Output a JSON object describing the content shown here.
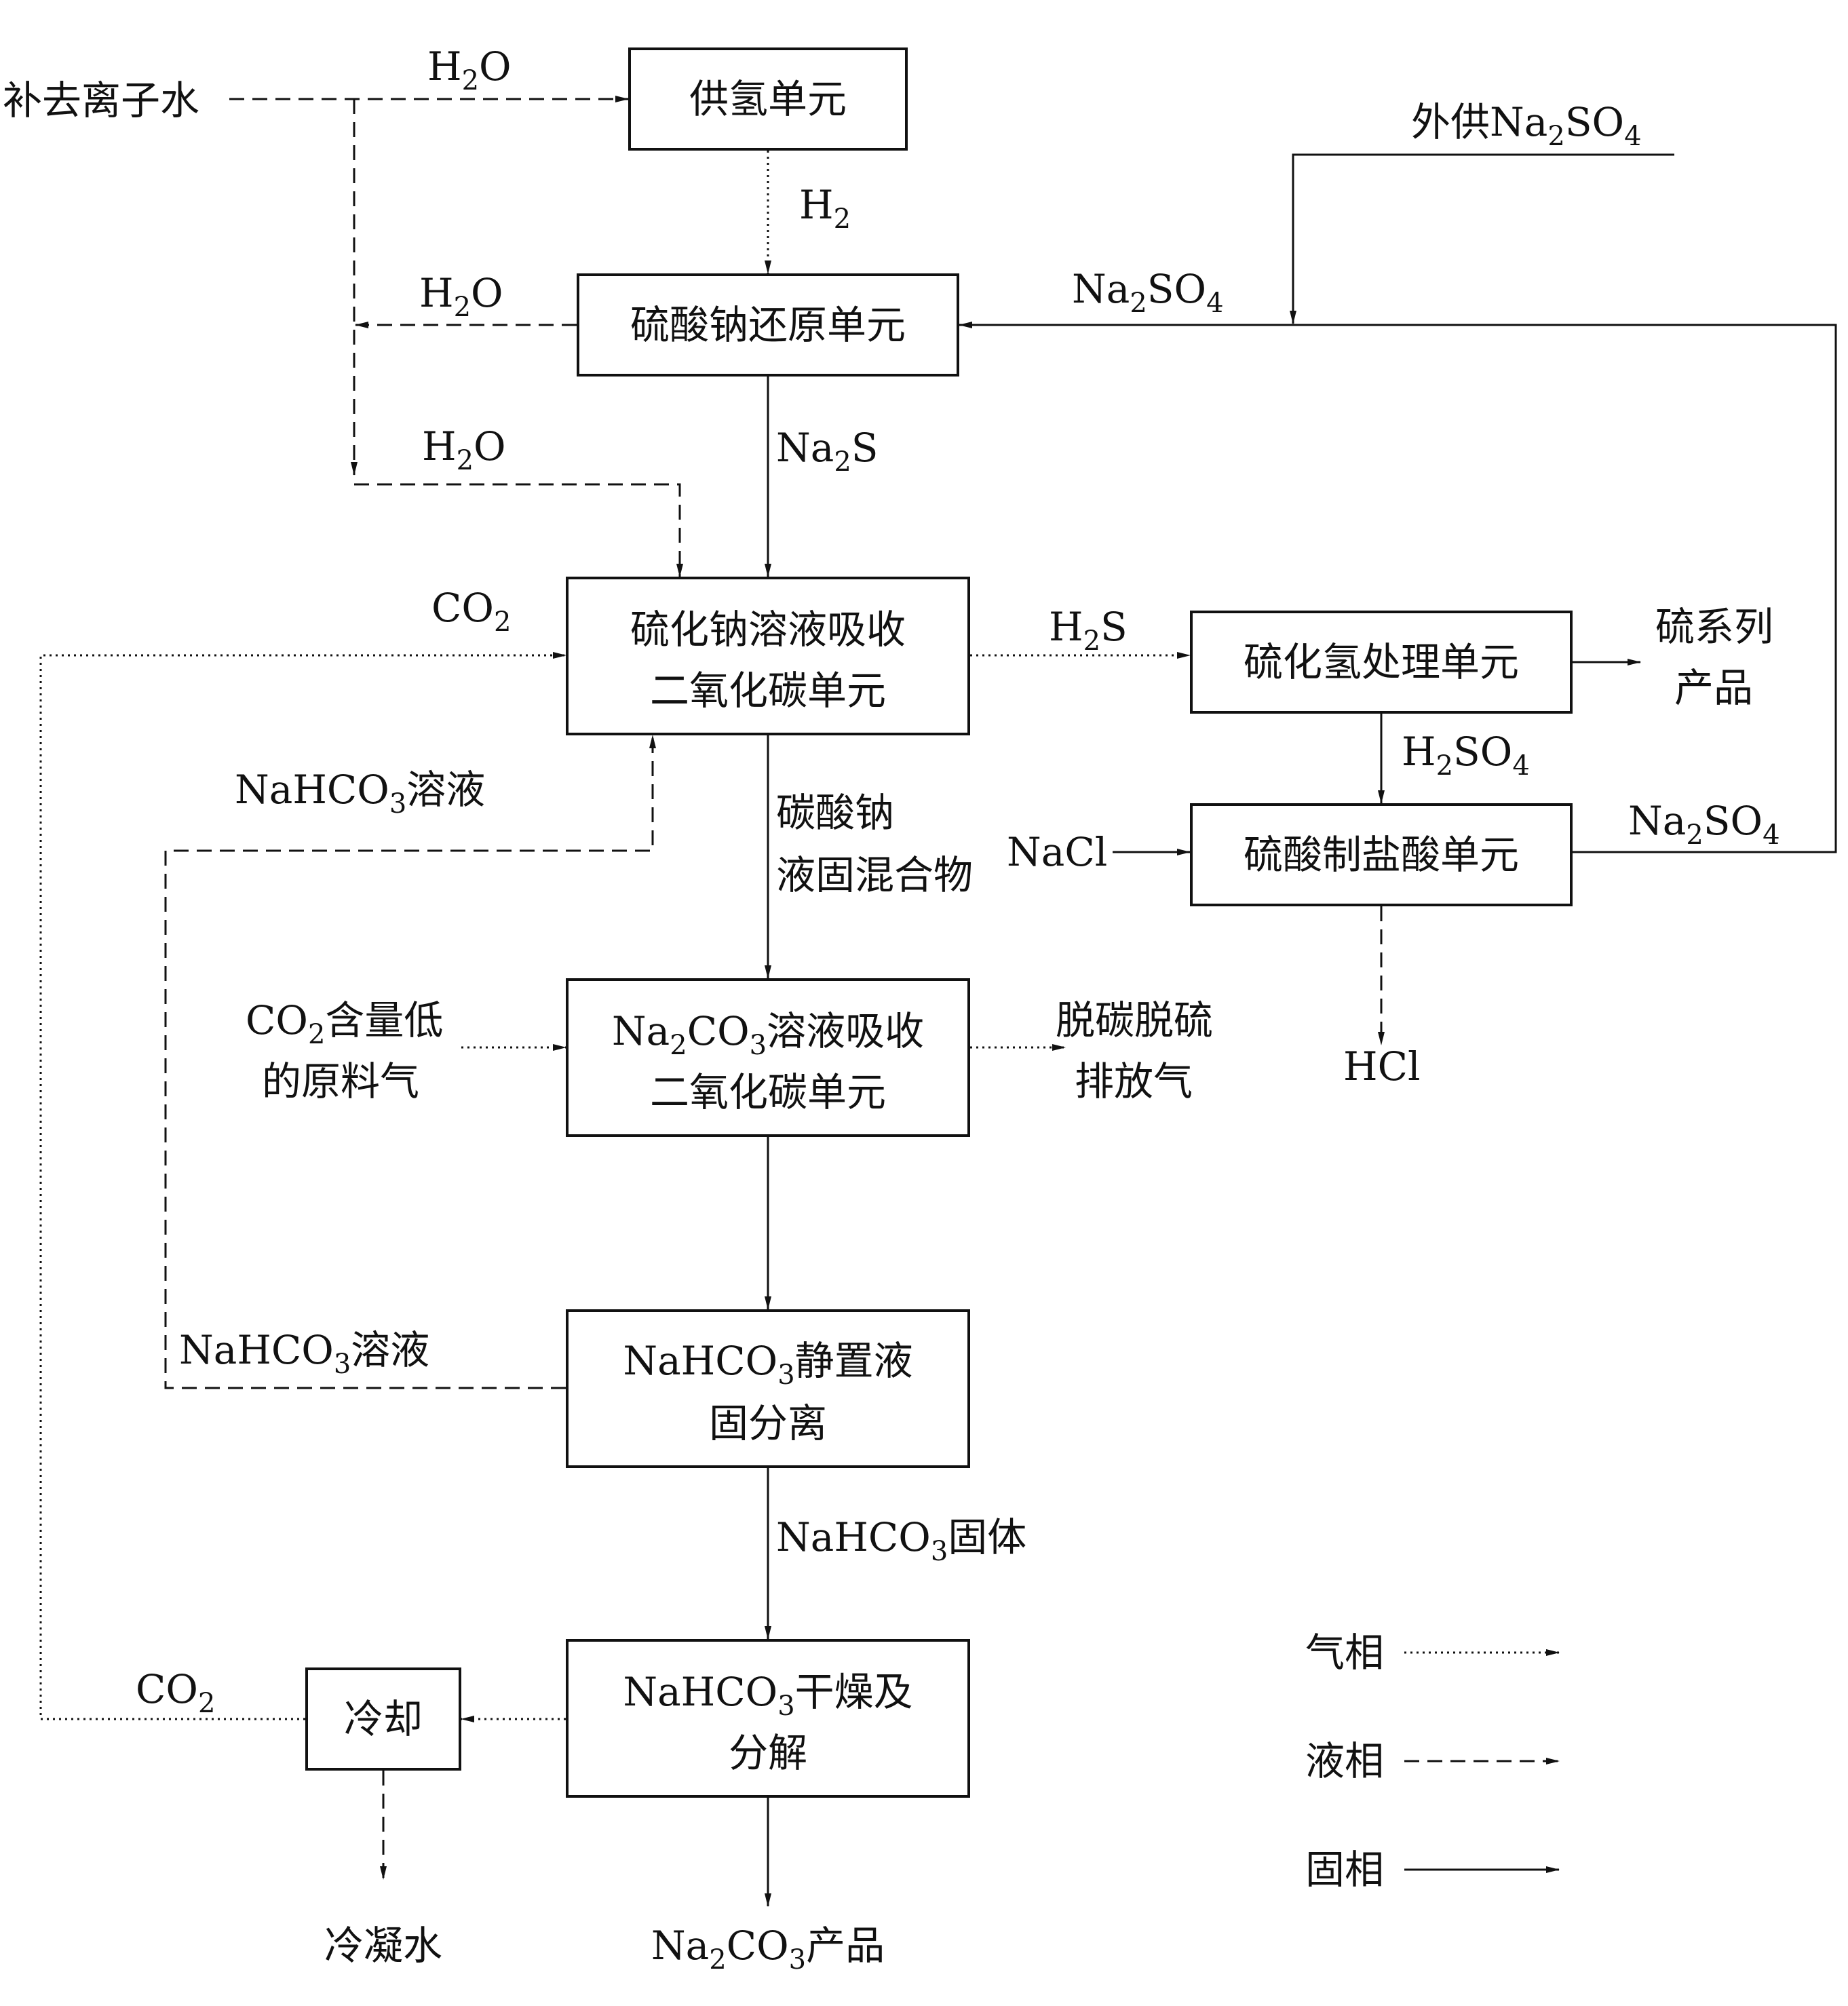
{
  "boxes": {
    "hydrogen_supply": "供氢单元",
    "sulfate_reduction": "硫酸钠还原单元",
    "sulfide_absorb_l1": "硫化钠溶液吸收",
    "sulfide_absorb_l2": "二氧化碳单元",
    "h2s_treat": "硫化氢处理单元",
    "hcl_make": "硫酸制盐酸单元",
    "carbonate_absorb_l1_tail": "溶液吸收",
    "carbonate_absorb_l2": "二氧化碳单元",
    "separation_l1_tail": "静置液",
    "separation_l2": "固分离",
    "drying_l1_tail": "干燥及",
    "drying_l2": "分解",
    "cooling": "冷却"
  },
  "labels": {
    "makeup_water": "补去离子水",
    "external_na2so4_prefix": "外供",
    "sulfur_products_l1": "硫系列",
    "sulfur_products_l2": "产品",
    "carbonate_mixture_l1": "碳酸钠",
    "carbonate_mixture_l2": "液固混合物",
    "nacl": "NaCl",
    "lowco2_gas_l1_tail": "含量低",
    "lowco2_gas_l2": "的原料气",
    "exhaust_l1": "脱碳脱硫",
    "exhaust_l2": "排放气",
    "hcl": "HCl",
    "solution_suffix": "溶液",
    "solid_suffix": "固体",
    "condensate": "冷凝水",
    "product_suffix": "产品"
  },
  "legend": {
    "gas": "气相",
    "liquid": "液相",
    "solid": "固相"
  }
}
